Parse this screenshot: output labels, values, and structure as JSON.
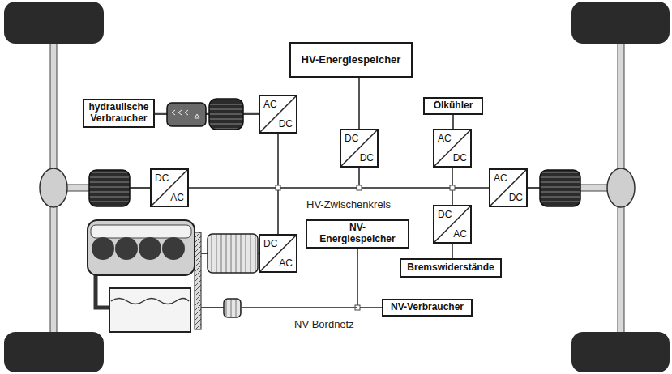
{
  "diagram": {
    "nodes": [
      {
        "text": [
          "HV-Energiespeicher"
        ]
      },
      {
        "text": [
          "hydraulische Verbraucher"
        ]
      },
      {
        "text": [
          "AC",
          "DC"
        ]
      },
      {
        "text": [
          "Ölkühler"
        ]
      },
      {
        "text": [
          "DC",
          "DC"
        ]
      },
      {
        "text": [
          "AC",
          "DC"
        ]
      },
      {
        "text": [
          "DC",
          "AC"
        ]
      },
      {
        "text": [
          "AC",
          "DC"
        ]
      },
      {
        "text": [
          "DC",
          "AC"
        ]
      },
      {
        "text": [
          "NV-Energiespeicher"
        ]
      },
      {
        "text": [
          "DC",
          "AC"
        ]
      },
      {
        "text": [
          "Bremswiderstände"
        ]
      },
      {
        "text": [
          "NV-Verbraucher"
        ]
      }
    ],
    "edges": [
      {
        "from": 0,
        "to": 4,
        "arrow": "none"
      },
      {
        "from": 3,
        "to": 5,
        "arrow": "none"
      },
      {
        "from": 5,
        "to": 8,
        "arrow": "none"
      },
      {
        "from": 8,
        "to": 11,
        "arrow": "none"
      },
      {
        "from": 2,
        "to": 10,
        "arrow": "none"
      },
      {
        "from": 6,
        "to": 7,
        "arrow": "none"
      },
      {
        "from": 4,
        "to": 6,
        "arrow": "none"
      },
      {
        "from": 9,
        "to": 12,
        "arrow": "none"
      },
      {
        "from": 1,
        "to": 2,
        "arrow": "none"
      }
    ],
    "labels": [
      "HV-Zwischenkreis",
      "NV-Bordnetz"
    ]
  }
}
